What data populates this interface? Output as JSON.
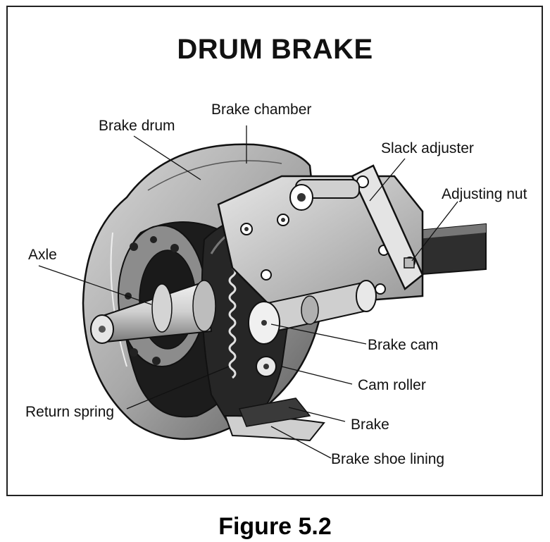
{
  "diagram": {
    "title": "DRUM BRAKE",
    "labels": {
      "brake_chamber": "Brake chamber",
      "brake_drum": "Brake drum",
      "slack_adjuster": "Slack adjuster",
      "adjusting_nut": "Adjusting nut",
      "axle": "Axle",
      "brake_cam": "Brake cam",
      "cam_roller": "Cam roller",
      "return_spring": "Return spring",
      "brake": "Brake",
      "brake_shoe_lining": "Brake shoe lining"
    }
  },
  "caption": "Figure 5.2"
}
